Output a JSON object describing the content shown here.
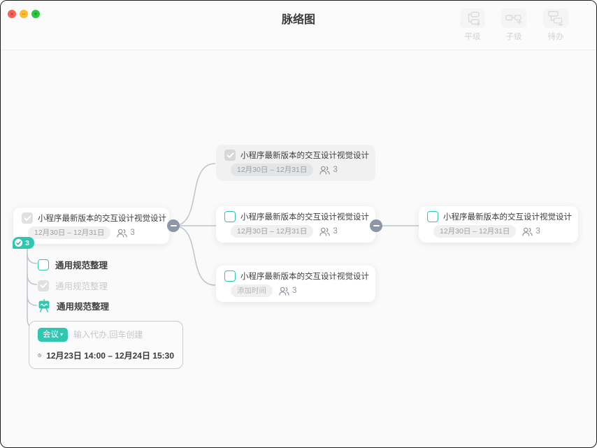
{
  "window": {
    "title": "脉络图"
  },
  "toolbar": {
    "buttons": [
      {
        "label": "平级"
      },
      {
        "label": "子级"
      },
      {
        "label": "待办"
      }
    ]
  },
  "mindmap": {
    "root": {
      "title": "小程序最新版本的交互设计视觉设计",
      "date_range": "12月30日 – 12月31日",
      "assignees": "3",
      "todo_badge_count": "3"
    },
    "branch_top": {
      "title": "小程序最新版本的交互设计视觉设计",
      "date_range": "12月30日 – 12月31日",
      "assignees": "3",
      "state": "completed"
    },
    "branch_mid": {
      "title": "小程序最新版本的交互设计视觉设计",
      "date_range": "12月30日 – 12月31日",
      "assignees": "3",
      "state": "open"
    },
    "branch_bottom": {
      "title": "小程序最新版本的交互设计视觉设计",
      "date_label": "添加时间",
      "assignees": "3",
      "state": "open"
    },
    "leaf_right": {
      "title": "小程序最新版本的交互设计视觉设计",
      "date_range": "12月30日 – 12月31日",
      "assignees": "3",
      "state": "open"
    },
    "todos": [
      {
        "label": "通用规范整理",
        "state": "open"
      },
      {
        "label": "通用规范整理",
        "state": "completed"
      },
      {
        "label": "通用规范整理",
        "state": "meeting"
      }
    ],
    "todo_input": {
      "category": "会议",
      "placeholder": "输入代办,回车创建",
      "time_range": "12月23日 14:00 – 12月24日 15:30"
    }
  },
  "colors": {
    "accent_teal": "#2fc7b2",
    "connector": "#bcc3cf",
    "collapse_button": "#8d96a6",
    "node_text": "#3d3d3d",
    "muted_text": "#9aa0a6"
  }
}
